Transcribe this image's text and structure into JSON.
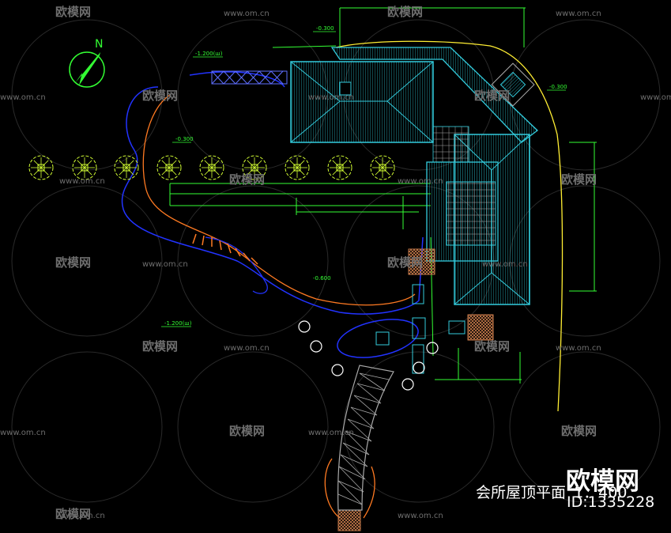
{
  "drawing": {
    "title": "会所屋顶平面",
    "scale": "1：400",
    "north_label": "N"
  },
  "watermark": {
    "brand": "欧模网",
    "site": "www.om.cn",
    "id_text": "ID:1335228"
  },
  "levels": [
    "-0.300",
    "-1.200(ш)",
    "-0.300",
    "-0.300",
    "-1.200(ш)",
    "-0.600"
  ],
  "colors": {
    "background": "#000000",
    "roof": "#33ccdd",
    "cad_green": "#33ff33",
    "tree": "#d4ff33",
    "path_blue": "#2233ff",
    "path_orange": "#ff7a22",
    "road_yellow": "#ffee33",
    "watermark": "#6e6e6e"
  }
}
